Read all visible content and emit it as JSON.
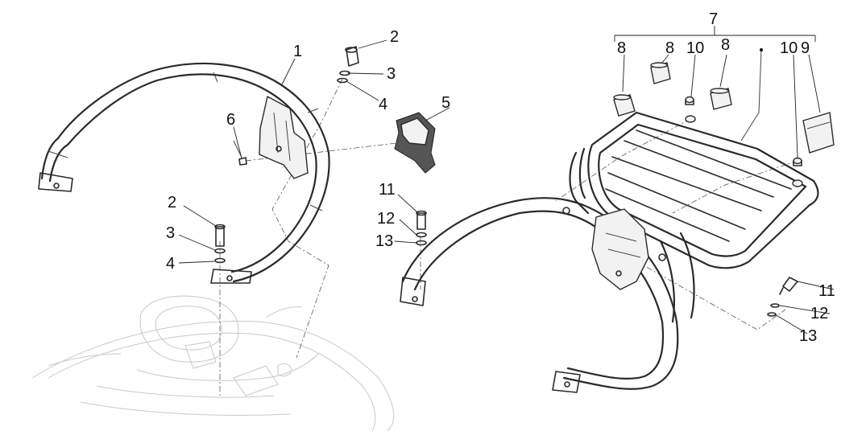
{
  "callouts": {
    "c1": "1",
    "c2a": "2",
    "c3a": "3",
    "c4a": "4",
    "c5": "5",
    "c6": "6",
    "c2b": "2",
    "c3b": "3",
    "c4b": "4",
    "c11a": "11",
    "c12a": "12",
    "c13a": "13",
    "c7": "7",
    "c8a": "8",
    "c8b": "8",
    "c8c": "8",
    "c10a": "10",
    "c10b": "10",
    "c9": "9",
    "c11b": "11",
    "c12b": "12",
    "c13b": "13"
  }
}
